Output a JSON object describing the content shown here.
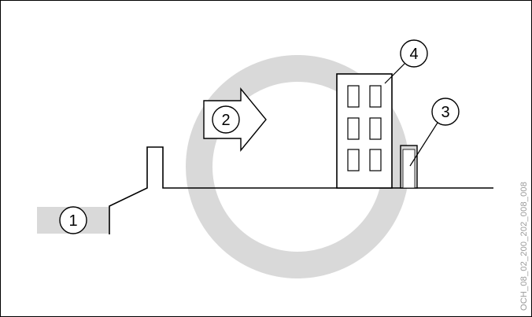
{
  "diagram": {
    "callouts": [
      {
        "id": "1",
        "label": "1"
      },
      {
        "id": "2",
        "label": "2"
      },
      {
        "id": "3",
        "label": "3"
      },
      {
        "id": "4",
        "label": "4"
      }
    ],
    "side_code": "OCH_08_02_200_202_008_008",
    "colors": {
      "line": "#000000",
      "ring": "#d9d9d9",
      "background": "#ffffff"
    }
  }
}
